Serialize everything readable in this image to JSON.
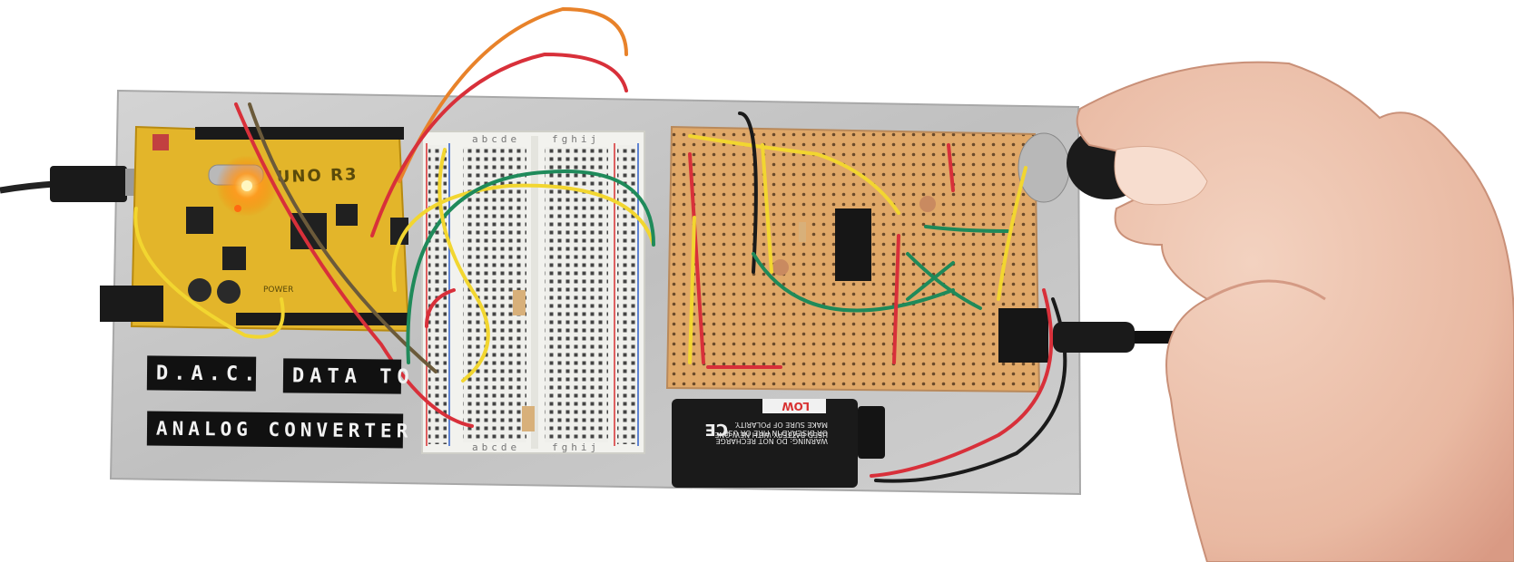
{
  "labels": {
    "dac": "D.A.C.",
    "data_to": "DATA TO",
    "analog_converter": "ANALOG CONVERTER"
  },
  "breadboard": {
    "letters_left": "abcde",
    "letters_right": "fghij"
  },
  "arduino": {
    "board_name": "UNO R3",
    "power_label": "POWER"
  },
  "battery": {
    "brand": "LOW",
    "mark": "CE",
    "warning_line1": "USED BATTERY WITH NEW ONE.",
    "warning_line2": "MAKE SURE OF POLARITY.",
    "warning_line3": "OR DISCARD IN FIRE OR USE",
    "warning_line4": "WARNING: DO NOT RECHARGE"
  },
  "colors": {
    "panel": "#c9c9c9",
    "arduino_board": "#e3b52a",
    "perfboard": "#e0a868",
    "breadboard": "#eeeeea",
    "wire_red": "#d8303a",
    "wire_yellow": "#f2d630",
    "wire_green": "#1f8a5a",
    "wire_orange": "#e8822a",
    "wire_brown": "#6b5a3a"
  }
}
